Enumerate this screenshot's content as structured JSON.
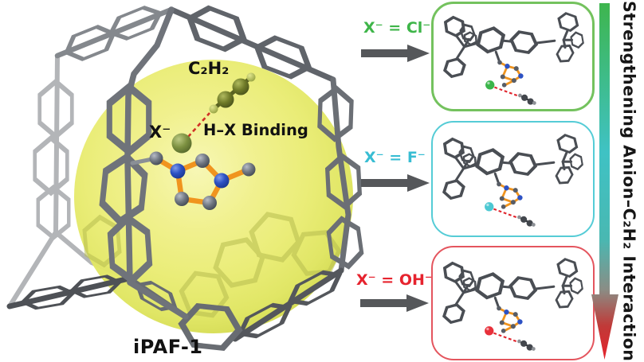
{
  "figure": {
    "cage_label": "iPAF-1",
    "gas_label": "C₂H₂",
    "anion_label": "X⁻",
    "binding_label": "H–X Binding",
    "sphere_color": "#eef07e",
    "framework_color": "#74777c",
    "imidazolium_bond_color": "#f0941e",
    "nitrogen_color": "#2b46b8",
    "anion_sphere_color": "#7d9141"
  },
  "reactions": [
    {
      "label": "X⁻ = Cl⁻",
      "text_color": "#3eb549",
      "border_color": "#74c25e",
      "anion_color": "#3bb54a"
    },
    {
      "label": "X⁻ = F⁻",
      "text_color": "#38bdd3",
      "border_color": "#55ccd6",
      "anion_color": "#4cc8d2"
    },
    {
      "label": "X⁻ = OH⁻",
      "text_color": "#e6232e",
      "border_color": "#e4555e",
      "anion_color": "#e8303a"
    }
  ],
  "gradient_arrow": {
    "label": "Strengthening Anion–C₂H₂ Interaction",
    "top_color": "#3eb54b",
    "mid_color": "#3fc2c4",
    "bottom_color": "#e8222c"
  }
}
